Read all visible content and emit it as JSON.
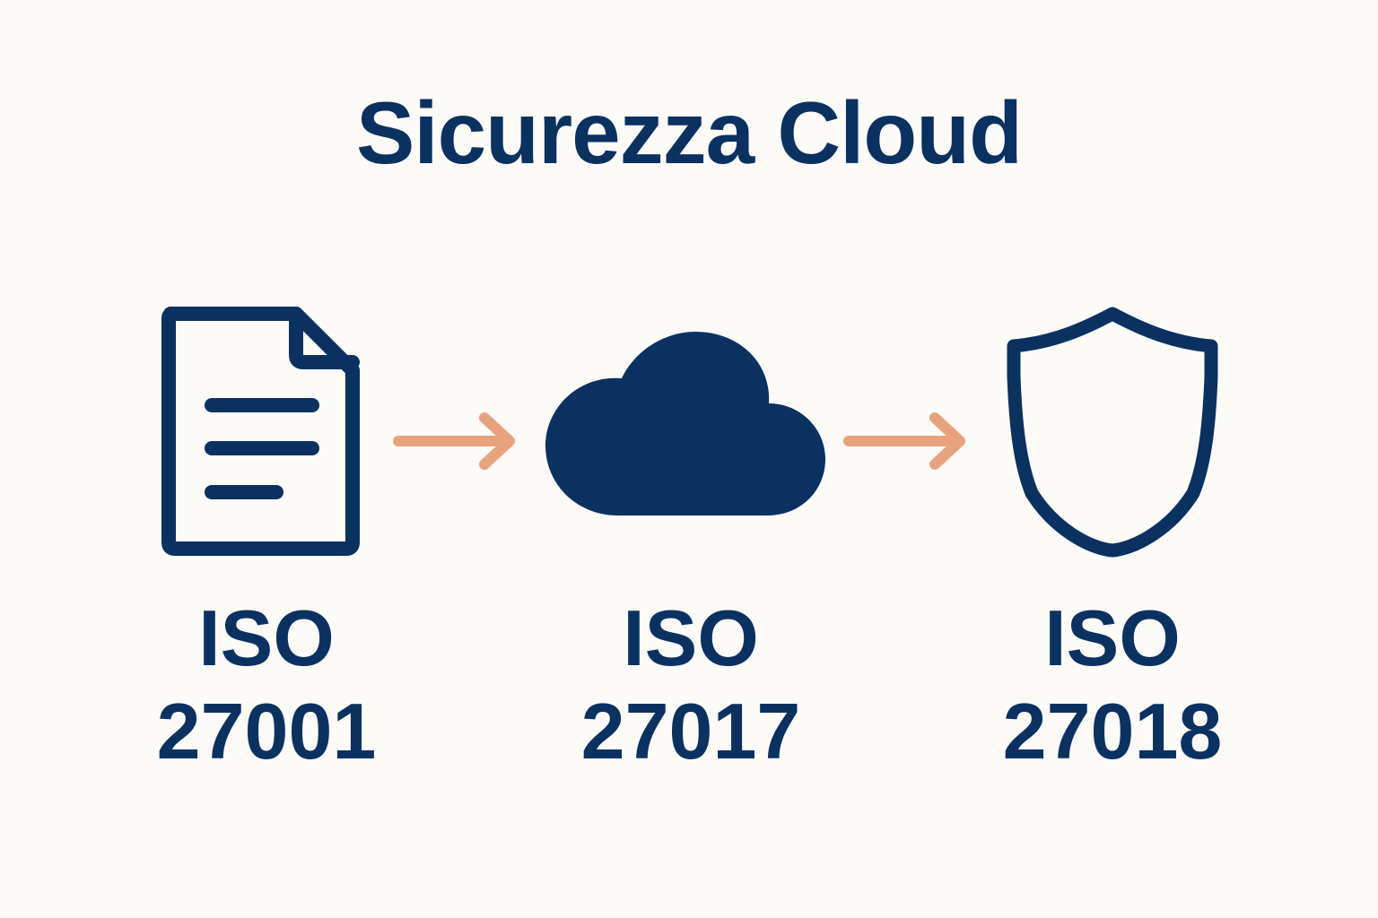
{
  "title": "Sicurezza Cloud",
  "colors": {
    "primary": "#0b3161",
    "arrow": "#e9a27e",
    "background": "#fcfbf7"
  },
  "steps": [
    {
      "icon": "document-icon",
      "line1": "ISO",
      "line2": "27001"
    },
    {
      "icon": "cloud-icon",
      "line1": "ISO",
      "line2": "27017"
    },
    {
      "icon": "shield-icon",
      "line1": "ISO",
      "line2": "27018"
    }
  ],
  "connectors": [
    {
      "from": "ISO 27001",
      "to": "ISO 27017",
      "icon": "arrow-right-icon"
    },
    {
      "from": "ISO 27017",
      "to": "ISO 27018",
      "icon": "arrow-right-icon"
    }
  ]
}
